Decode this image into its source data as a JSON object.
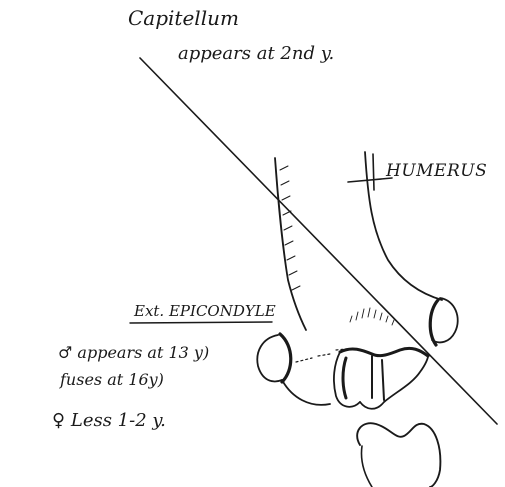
{
  "diagram": {
    "capitellum": {
      "line1": "Capitellum",
      "line2": "appears at 2nd y."
    },
    "humerus": "HUMERUS",
    "epicondyle": "Ext. EPICONDYLE",
    "male": {
      "line1": "♂ appears at 13 y)",
      "line2": "fuses at 16y)"
    },
    "female": "♀ Less 1-2 y."
  }
}
